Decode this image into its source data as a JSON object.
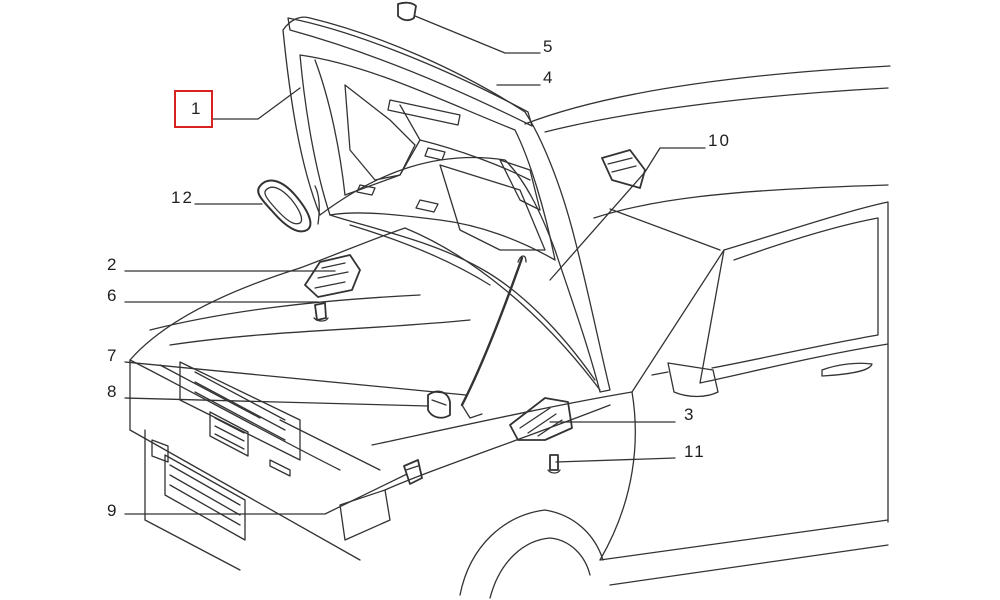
{
  "diagram": {
    "callouts": [
      {
        "id": "1",
        "label": "1",
        "selected": true
      },
      {
        "id": "2",
        "label": "2"
      },
      {
        "id": "3",
        "label": "3"
      },
      {
        "id": "4",
        "label": "4"
      },
      {
        "id": "5",
        "label": "5"
      },
      {
        "id": "6",
        "label": "6"
      },
      {
        "id": "7",
        "label": "7"
      },
      {
        "id": "8",
        "label": "8"
      },
      {
        "id": "9",
        "label": "9"
      },
      {
        "id": "10",
        "label": "10"
      },
      {
        "id": "11",
        "label": "11"
      },
      {
        "id": "12",
        "label": "12"
      }
    ],
    "colors": {
      "line": "#333333",
      "highlight": "#d82121",
      "background": "#ffffff"
    }
  }
}
